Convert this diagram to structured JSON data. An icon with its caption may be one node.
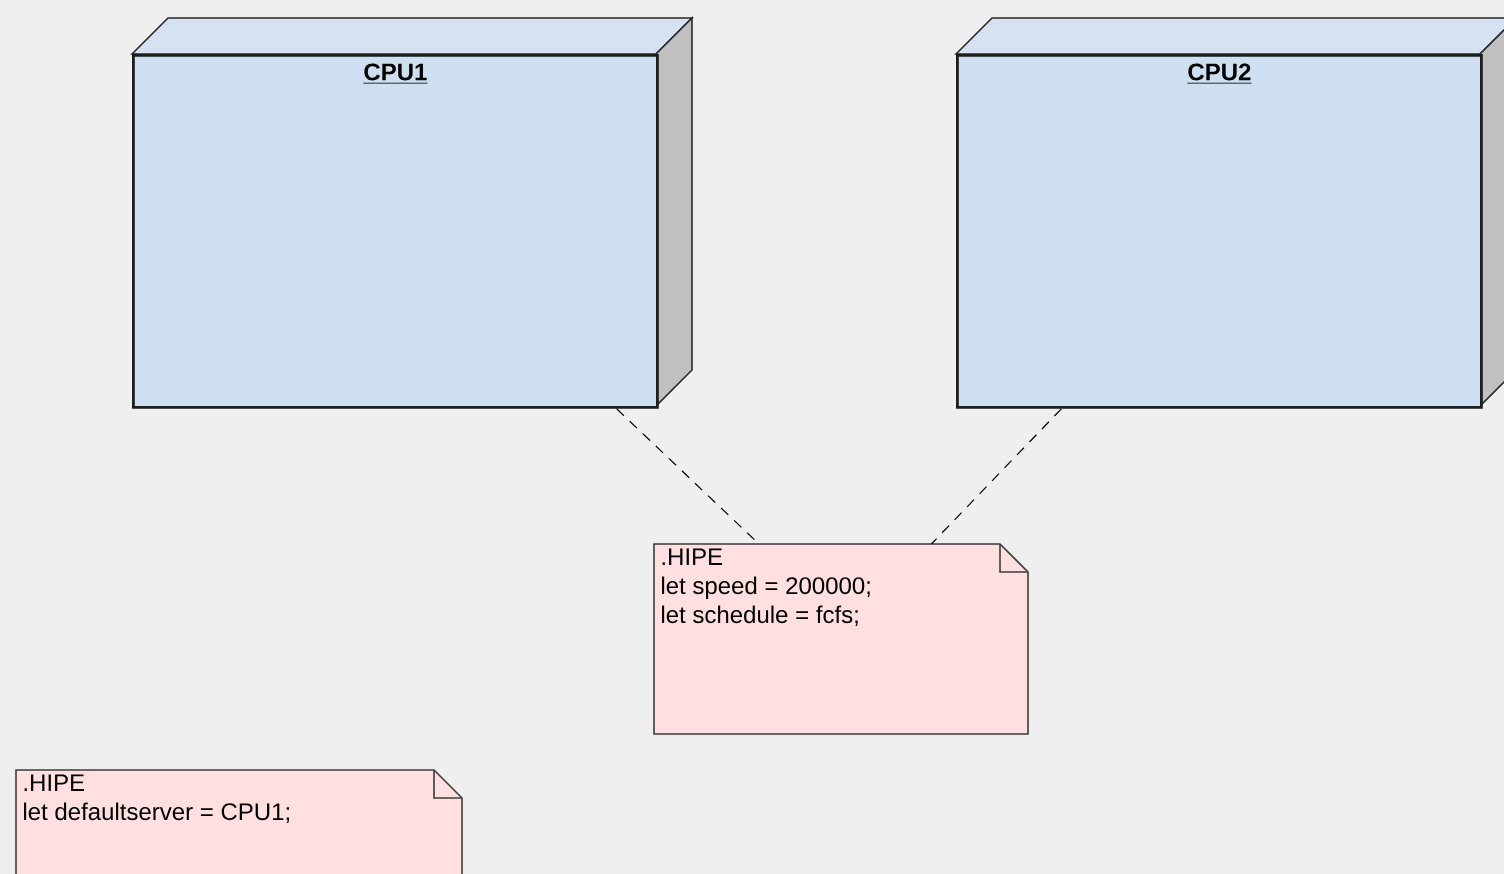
{
  "diagram": {
    "nodes": [
      {
        "text": [
          "CPU1"
        ]
      },
      {
        "text": [
          "CPU2"
        ]
      },
      {
        "text": [
          ".HIPE",
          "let speed = 200000;",
          "let schedule = fcfs;"
        ]
      },
      {
        "text": [
          ".HIPE",
          "let defaultserver = CPU1;"
        ]
      }
    ],
    "edges": [
      {
        "from": 0,
        "to": 2,
        "arrow": "none",
        "style": "dashed"
      },
      {
        "from": 1,
        "to": 2,
        "arrow": "none",
        "style": "dashed"
      }
    ]
  }
}
